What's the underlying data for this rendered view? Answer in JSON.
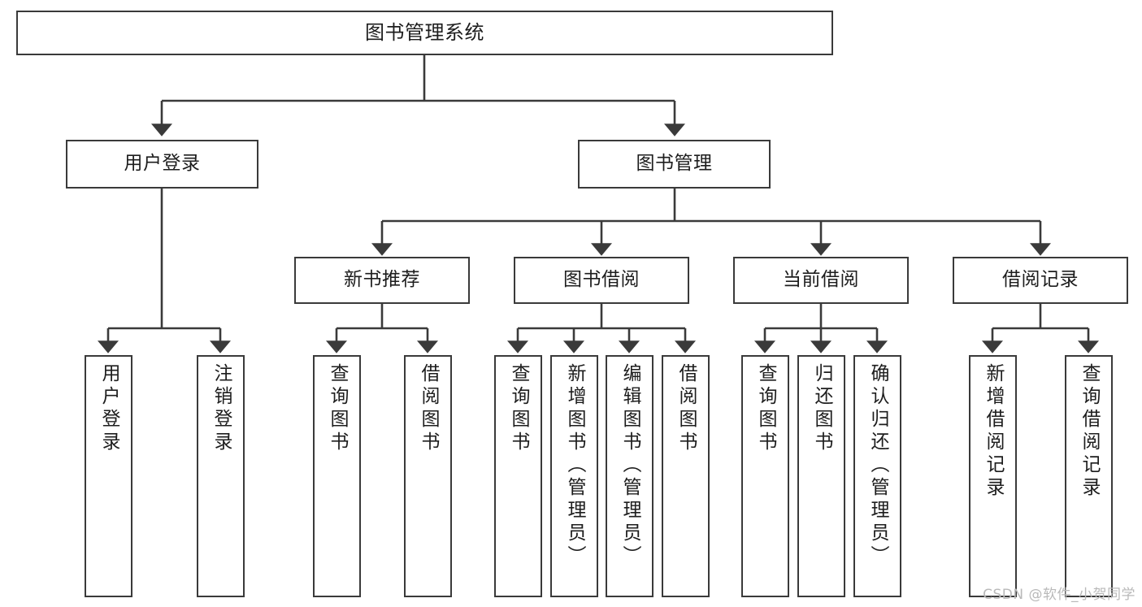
{
  "diagram": {
    "title": "图书管理系统",
    "type": "tree-hierarchy",
    "root": {
      "id": "root",
      "label": "图书管理系统"
    },
    "level2": [
      {
        "id": "user-login",
        "label": "用户登录"
      },
      {
        "id": "book-manage",
        "label": "图书管理"
      }
    ],
    "level3": [
      {
        "id": "new-book-recommend",
        "label": "新书推荐"
      },
      {
        "id": "book-borrow",
        "label": "图书借阅"
      },
      {
        "id": "current-borrow",
        "label": "当前借阅"
      },
      {
        "id": "borrow-record",
        "label": "借阅记录"
      }
    ],
    "leaves": [
      {
        "id": "leaf-user-login",
        "label": "用户登录",
        "parent": "用户登录"
      },
      {
        "id": "leaf-logout",
        "label": "注销登录",
        "parent": "用户登录"
      },
      {
        "id": "leaf-query-book-1",
        "label": "查询图书",
        "parent": "新书推荐"
      },
      {
        "id": "leaf-borrow-book-1",
        "label": "借阅图书",
        "parent": "新书推荐"
      },
      {
        "id": "leaf-query-book-2",
        "label": "查询图书",
        "parent": "图书借阅"
      },
      {
        "id": "leaf-add-book",
        "label": "新增图书（管理员）",
        "parent": "图书借阅"
      },
      {
        "id": "leaf-edit-book",
        "label": "编辑图书（管理员）",
        "parent": "图书借阅"
      },
      {
        "id": "leaf-borrow-book-2",
        "label": "借阅图书",
        "parent": "图书借阅"
      },
      {
        "id": "leaf-query-book-3",
        "label": "查询图书",
        "parent": "当前借阅"
      },
      {
        "id": "leaf-return-book",
        "label": "归还图书",
        "parent": "当前借阅"
      },
      {
        "id": "leaf-confirm-return",
        "label": "确认归还（管理员）",
        "parent": "当前借阅"
      },
      {
        "id": "leaf-add-record",
        "label": "新增借阅记录",
        "parent": "借阅记录"
      },
      {
        "id": "leaf-query-record",
        "label": "查询借阅记录",
        "parent": "借阅记录"
      }
    ],
    "colors": {
      "stroke": "#3a3a3a",
      "fill": "#ffffff",
      "text": "#1d1d1d",
      "watermark": "#b9b9b9"
    }
  },
  "watermark": {
    "text": "CSDN @软件_小贺同学"
  }
}
